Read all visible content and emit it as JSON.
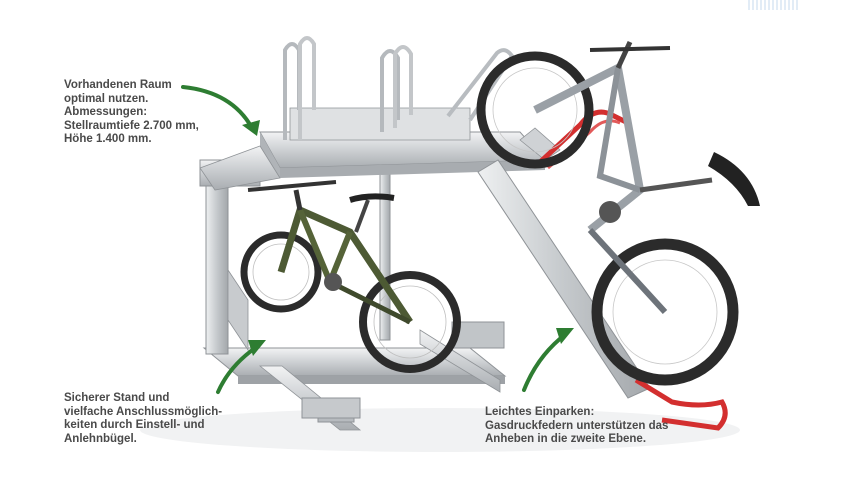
{
  "callouts": [
    {
      "id": "space",
      "lines": [
        "Vorhandenen Raum",
        "optimal nutzen.",
        "Abmessungen:",
        "Stellraumtiefe 2.700 mm,",
        "Höhe 1.400 mm."
      ]
    },
    {
      "id": "stand",
      "lines": [
        "Sicherer Stand und",
        "vielfache Anschlussmöglich-",
        "keiten durch Einstell- und",
        "Anlehnbügel."
      ]
    },
    {
      "id": "parking",
      "lines": [
        "Leichtes Einparken:",
        "Gasdruckfedern unterstützen das",
        "Anheben in die zweite Ebene."
      ]
    }
  ],
  "colors": {
    "arrow": "#2e7d32",
    "text": "#4a4a4a",
    "steel": "#c9ccd0",
    "tray_red": "#d32f2f",
    "bike_frame_lower": "#4d5a34",
    "bike_frame_upper": "#9aa0a6"
  }
}
